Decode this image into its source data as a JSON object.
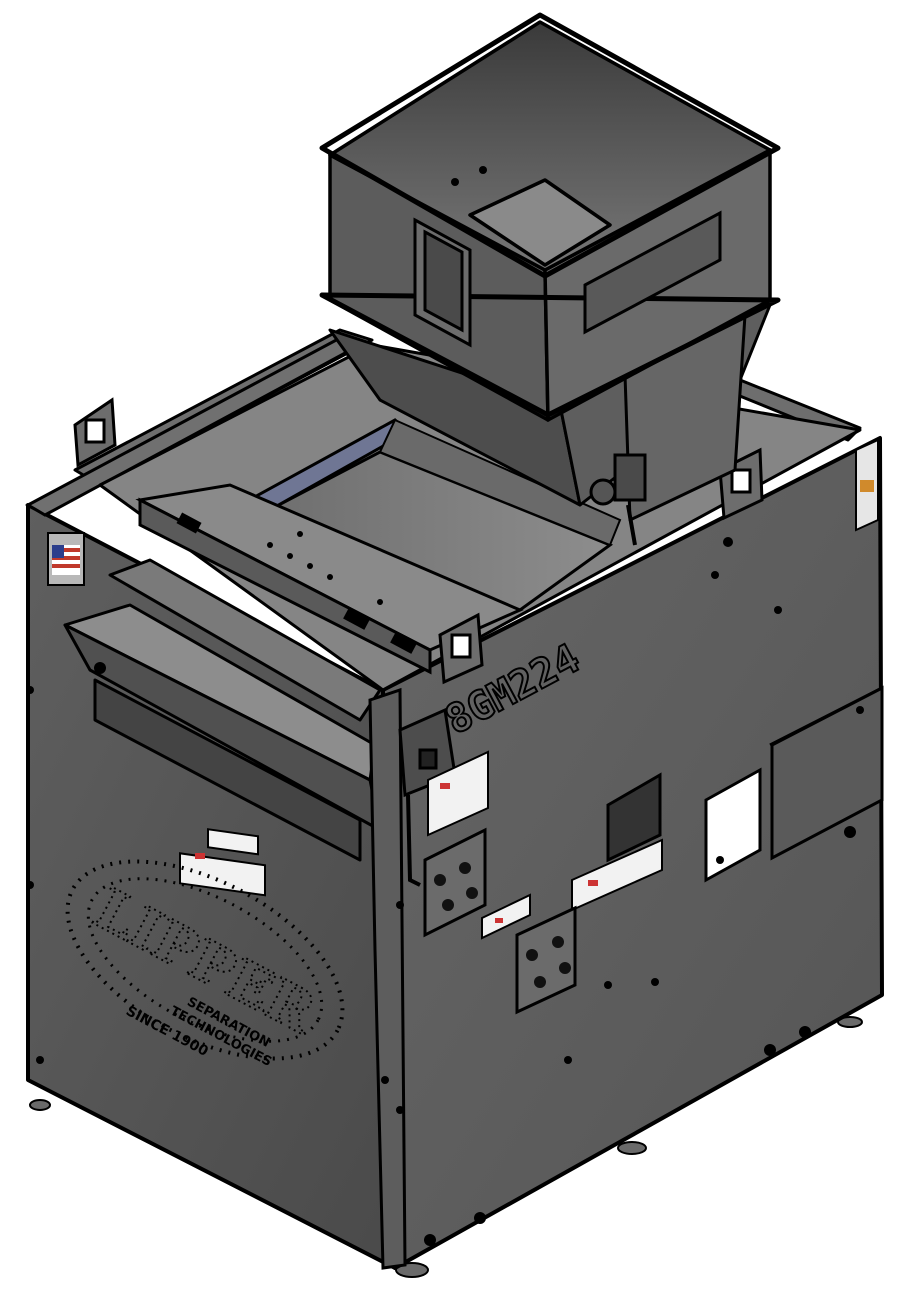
{
  "model_marking": "8GM224",
  "logo": {
    "wordmark": "LIPPER",
    "tagline_line1": "SEPARATION",
    "tagline_line2": "TECHNOLOGIES",
    "since": "SINCE 1900"
  },
  "colors": {
    "body": "#5b5b5b",
    "body_light": "#757575",
    "body_dark": "#3f3f3f",
    "outline": "#000000",
    "screen_blue": "#6f7694",
    "background": "#ffffff"
  },
  "icons": [
    "us-flag-icon",
    "warning-decal-icon"
  ]
}
